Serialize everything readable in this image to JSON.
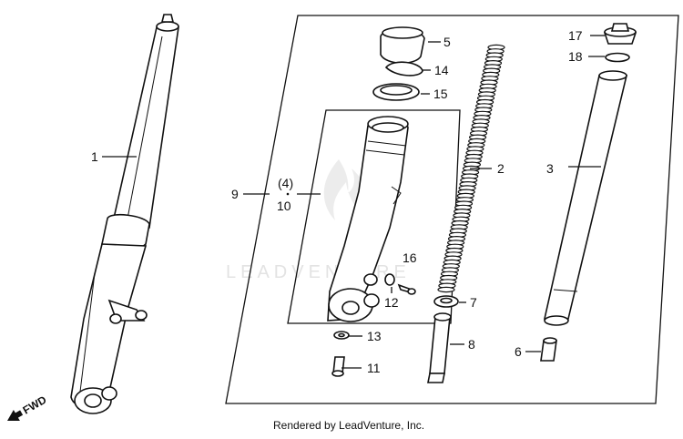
{
  "watermark": "LEADVENTURE",
  "credit": "Rendered by LeadVenture, Inc.",
  "direction_label": "FWD",
  "callouts": {
    "c1": "1",
    "c2": "2",
    "c3": "3",
    "c4": "(4)",
    "c5": "5",
    "c6": "6",
    "c7": "7",
    "c8": "8",
    "c9": "9",
    "c10": "10",
    "c11": "11",
    "c12": "12",
    "c13": "13",
    "c14": "14",
    "c15": "15",
    "c16": "16",
    "c17": "17",
    "c18": "18"
  }
}
